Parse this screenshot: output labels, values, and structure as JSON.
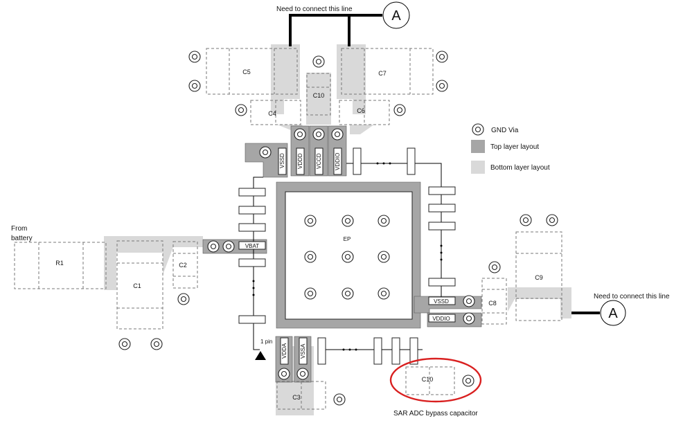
{
  "notes": {
    "connect_top": "Need to connect this line",
    "connect_right": "Need to connect this line",
    "from_battery": [
      "From",
      "battery"
    ],
    "sar_adc": "SAR ADC bypass capacitor",
    "pin1": "1 pin"
  },
  "markers": {
    "top": "A",
    "right": "A"
  },
  "legend": {
    "gnd_via": "GND Via",
    "top_layer": "Top layer layout",
    "bottom_layer": "Bottom layer layout"
  },
  "components": {
    "c5": "C5",
    "c7": "C7",
    "c10_top": "C10",
    "c4": "C4",
    "c6": "C6",
    "r1": "R1",
    "c1": "C1",
    "c2": "C2",
    "c9": "C9",
    "c8": "C8",
    "c3": "C3",
    "c10_bottom": "C10"
  },
  "pins": {
    "vssd_top": "VSSD",
    "vddd": "VDDD",
    "vccd": "VCCD",
    "vddio_top": "VDDIO",
    "vbat": "VBAT",
    "vssd_right": "VSSD",
    "vddio_right": "VDDIO",
    "vdda": "VDDA",
    "vssa": "VSSA"
  },
  "ep": "EP",
  "colors": {
    "top_layer": "#a6a6a6",
    "bottom_layer": "#d9d9d9",
    "highlight": "#d92020",
    "line": "#000000"
  }
}
